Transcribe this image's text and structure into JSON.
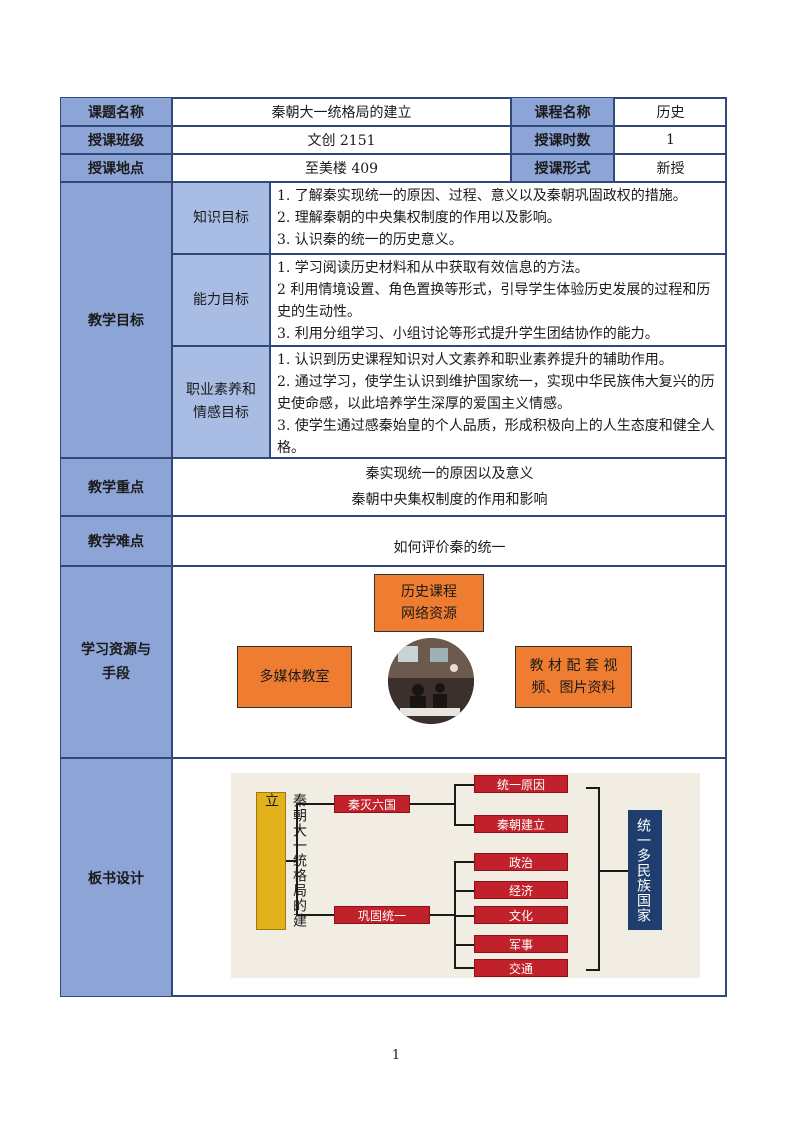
{
  "header": {
    "course_title_label": "课题名称",
    "course_title_value": "秦朝大一统格局的建立",
    "subject_label": "课程名称",
    "subject_value": "历史",
    "class_label": "授课班级",
    "class_value": "文创 2151",
    "hours_label": "授课时数",
    "hours_value": "1",
    "location_label": "授课地点",
    "location_value": "至美楼 409",
    "format_label": "授课形式",
    "format_value": "新授"
  },
  "goals": {
    "label": "教学目标",
    "items": [
      {
        "label": "知识目标",
        "text": "1. 了解秦实现统一的原因、过程、意义以及秦朝巩固政权的措施。\n2. 理解秦朝的中央集权制度的作用以及影响。\n3. 认识秦的统一的历史意义。"
      },
      {
        "label": "能力目标",
        "text": "1. 学习阅读历史材料和从中获取有效信息的方法。\n2 利用情境设置、角色置换等形式，引导学生体验历史发展的过程和历史的生动性。\n3. 利用分组学习、小组讨论等形式提升学生团结协作的能力。"
      },
      {
        "label": "职业素养和情感目标",
        "text": "1. 认识到历史课程知识对人文素养和职业素养提升的辅助作用。\n2. 通过学习，使学生认识到维护国家统一，实现中华民族伟大复兴的历史使命感，以此培养学生深厚的爱国主义情感。\n3. 使学生通过感秦始皇的个人品质，形成积极向上的人生态度和健全人格。"
      }
    ]
  },
  "key_points": {
    "label": "教学重点",
    "line1": "秦实现统一的原因以及意义",
    "line2": "秦朝中央集权制度的作用和影响"
  },
  "difficulty": {
    "label": "教学难点",
    "text": "如何评价秦的统一"
  },
  "resources": {
    "label": "学习资源与手段",
    "top_box": "历史课程\n网络资源",
    "left_box": "多媒体教室",
    "right_box": "教 材 配 套 视\n频、图片资料"
  },
  "board": {
    "label": "板书设计",
    "title_vertical": "秦朝大一统格局的建立",
    "branch1": "秦灭六国",
    "branch1_items": [
      "统一原因",
      "秦朝建立"
    ],
    "branch2": "巩固统一",
    "branch2_items": [
      "政治",
      "经济",
      "文化",
      "军事",
      "交通"
    ],
    "conclusion_vertical": "统一多民族国家"
  },
  "footer": {
    "page_number": "1"
  },
  "colors": {
    "header_fill": "#8da4d6",
    "subheader_fill": "#a9bde4",
    "border": "#2f4a7a",
    "orange": "#ef7d31",
    "board_red": "#c0212a",
    "board_gold": "#e2b21c",
    "board_navy": "#1f3e6e",
    "board_bg": "#f1ede2"
  }
}
